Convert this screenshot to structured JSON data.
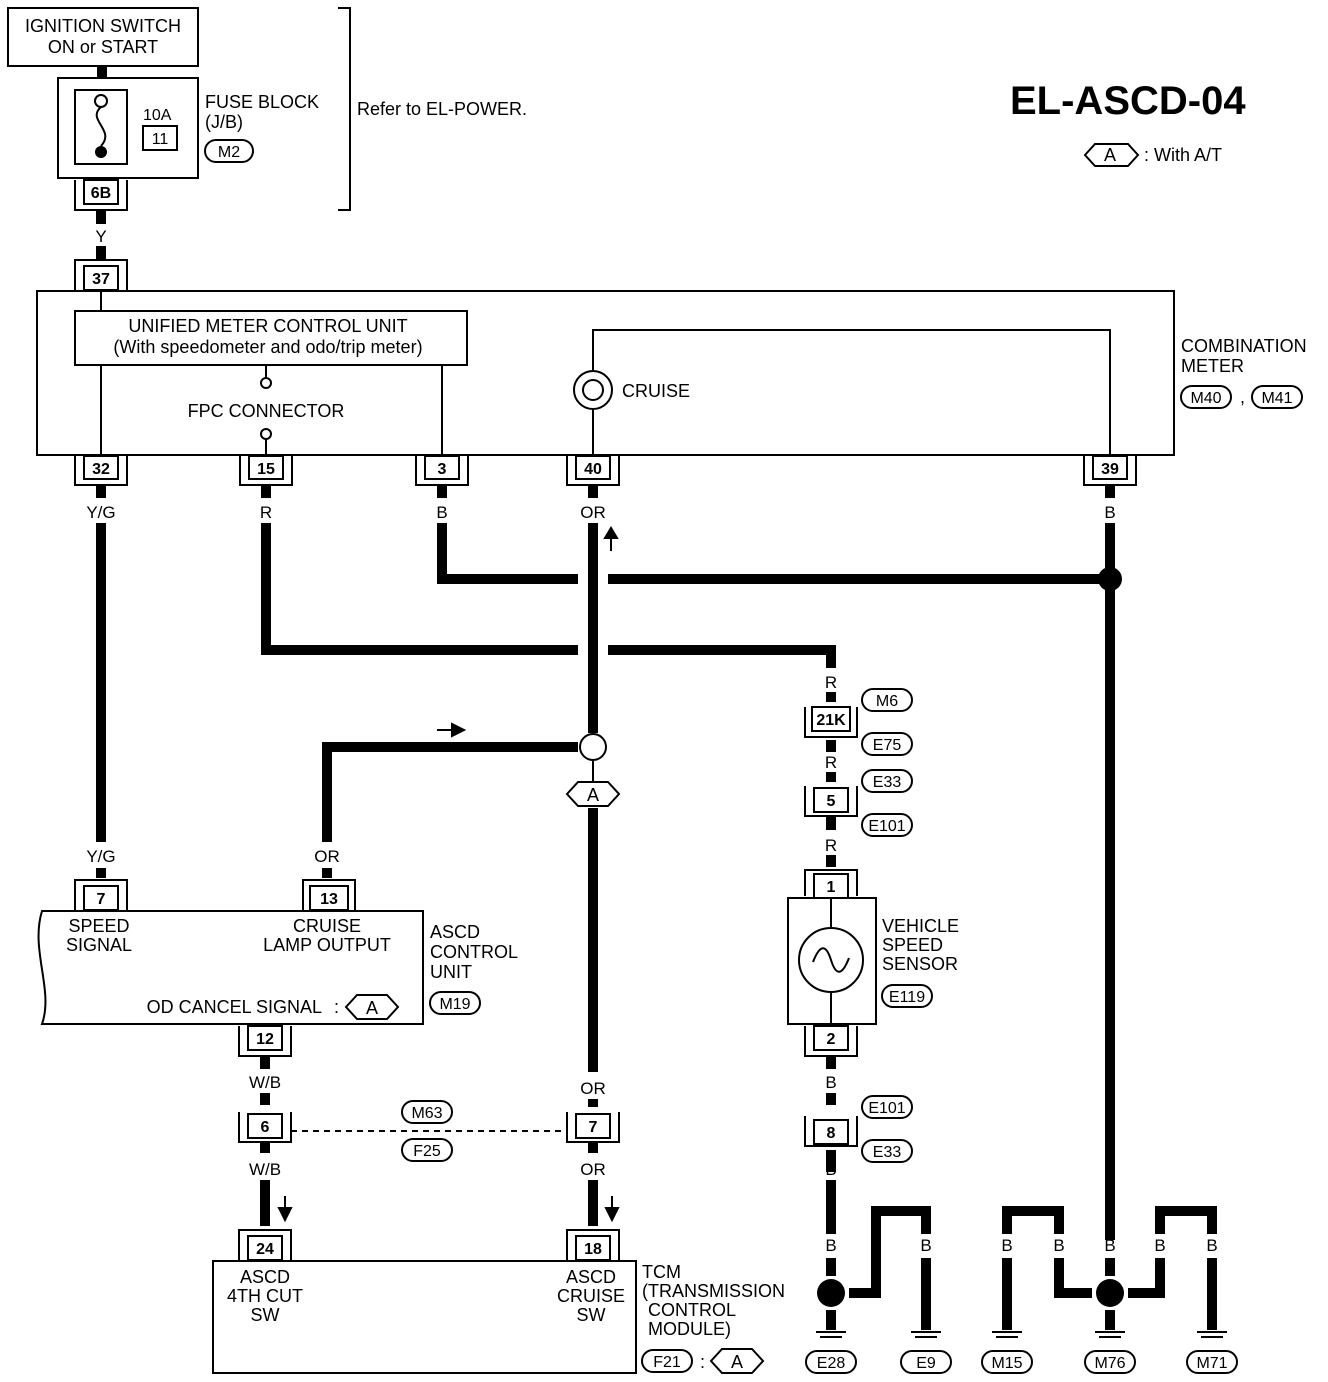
{
  "title": "EL-ASCD-04",
  "legend": {
    "symbol": "A",
    "text": ": With A/T"
  },
  "ignition": {
    "line1": "IGNITION SWITCH",
    "line2": "ON or START"
  },
  "fuse": {
    "rating": "10A",
    "number": "11",
    "label1": "FUSE BLOCK",
    "label2": "(J/B)",
    "connector": "M2",
    "terminal": "6B"
  },
  "refer_note": "Refer to EL-POWER.",
  "combination_meter": {
    "label1": "COMBINATION",
    "label2": "METER",
    "connector1": "M40",
    "separator": ",",
    "connector2": "M41",
    "input_terminal": "37",
    "unit_label1": "UNIFIED METER CONTROL UNIT",
    "unit_label2": "(With speedometer and odo/trip meter)",
    "fpc": "FPC CONNECTOR",
    "cruise_lamp": "CRUISE",
    "terminals": {
      "t32": "32",
      "t15": "15",
      "t3": "3",
      "t40": "40",
      "t39": "39"
    }
  },
  "wires": {
    "y_top": "Y",
    "yg_upper": "Y/G",
    "yg_lower": "Y/G",
    "r_meter": "R",
    "b_meter": "B",
    "or_meter": "OR",
    "b_39": "B",
    "r_m6": "R",
    "r_e33": "R",
    "r_sensor": "R",
    "b_sensor": "B",
    "b_e33": "B",
    "or_ascd": "OR",
    "or_7_top": "OR",
    "or_7_bot": "OR",
    "wb_top": "W/B",
    "wb_bot": "W/B",
    "b_e28a": "B",
    "b_e28b": "B",
    "b_e9": "B",
    "b_m15": "B",
    "b_m15b": "B",
    "b_m76": "B",
    "b_m76b": "B",
    "b_m71": "B"
  },
  "connectors": {
    "m6": "M6",
    "t21k": "21K",
    "e75": "E75",
    "e33a": "E33",
    "t5": "5",
    "e101a": "E101",
    "e101b": "E101",
    "t8": "8",
    "e33b": "E33",
    "m63": "M63",
    "f25": "F25",
    "t6": "6",
    "t7": "7"
  },
  "ascd": {
    "label1": "ASCD",
    "label2": "CONTROL",
    "label3": "UNIT",
    "connector": "M19",
    "t7": "7",
    "t13": "13",
    "t12": "12",
    "speed1": "SPEED",
    "speed2": "SIGNAL",
    "lamp1": "CRUISE",
    "lamp2": "LAMP OUTPUT",
    "od_cancel": "OD CANCEL SIGNAL",
    "od_colon": ":",
    "od_symbol": "A"
  },
  "junction_symbol": "A",
  "sensor": {
    "label1": "VEHICLE",
    "label2": "SPEED",
    "label3": "SENSOR",
    "connector": "E119",
    "t1": "1",
    "t2": "2"
  },
  "tcm": {
    "label1": "TCM",
    "label2": "(TRANSMISSION",
    "label3": "CONTROL",
    "label4": "MODULE)",
    "connector": "F21",
    "colon": ":",
    "symbol": "A",
    "t24": "24",
    "t18": "18",
    "sw1_l1": "ASCD",
    "sw1_l2": "4TH CUT",
    "sw1_l3": "SW",
    "sw2_l1": "ASCD",
    "sw2_l2": "CRUISE",
    "sw2_l3": "SW"
  },
  "grounds": {
    "e28": "E28",
    "e9": "E9",
    "m15": "M15",
    "m76": "M76",
    "m71": "M71"
  }
}
